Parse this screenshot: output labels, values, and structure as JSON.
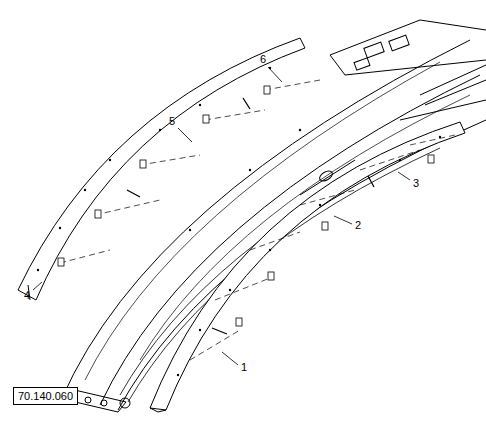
{
  "diagram": {
    "nodes": [
      {
        "text": [
          "70.140.060"
        ]
      }
    ],
    "labels": [
      "6",
      "5",
      "4",
      "3",
      "2",
      "1"
    ]
  }
}
